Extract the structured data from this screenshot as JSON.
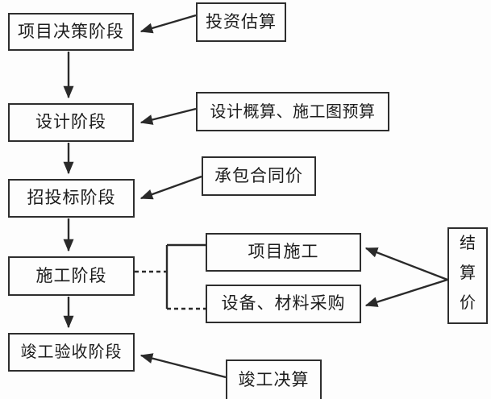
{
  "diagram": {
    "type": "flowchart",
    "language": "zh-CN",
    "nodes": {
      "decision": {
        "label": "项目决策阶段"
      },
      "design": {
        "label": "设计阶段"
      },
      "bidding": {
        "label": "招投标阶段"
      },
      "construction": {
        "label": "施工阶段"
      },
      "acceptance": {
        "label": "竣工验收阶段"
      },
      "investment_estimate": {
        "label": "投资估算"
      },
      "design_budget": {
        "label": "设计概算、施工图预算"
      },
      "contract_price": {
        "label": "承包合同价"
      },
      "project_construction": {
        "label": "项目施工"
      },
      "material_procurement": {
        "label": "设备、材料采购"
      },
      "settlement_price": {
        "label": "结算价"
      },
      "final_accounts": {
        "label": "竣工决算"
      }
    },
    "edges": [
      {
        "from": "decision",
        "to": "design",
        "style": "arrow-down"
      },
      {
        "from": "design",
        "to": "bidding",
        "style": "arrow-down"
      },
      {
        "from": "bidding",
        "to": "construction",
        "style": "arrow-down"
      },
      {
        "from": "construction",
        "to": "acceptance",
        "style": "arrow-down"
      },
      {
        "from": "investment_estimate",
        "to": "decision",
        "style": "arrow-left"
      },
      {
        "from": "design_budget",
        "to": "design",
        "style": "arrow-left"
      },
      {
        "from": "contract_price",
        "to": "bidding",
        "style": "arrow-left"
      },
      {
        "from": "construction",
        "to": "project_construction",
        "style": "branch-line"
      },
      {
        "from": "construction",
        "to": "material_procurement",
        "style": "branch-line"
      },
      {
        "from": "settlement_price",
        "to": "project_construction",
        "style": "arrow-left"
      },
      {
        "from": "settlement_price",
        "to": "material_procurement",
        "style": "arrow-left"
      },
      {
        "from": "final_accounts",
        "to": "acceptance",
        "style": "arrow-left"
      }
    ],
    "colors": {
      "line": "#2a2a2a",
      "box_border": "#2e2e2e",
      "text": "#1c1c1c",
      "background": "#fdfdfd"
    }
  }
}
